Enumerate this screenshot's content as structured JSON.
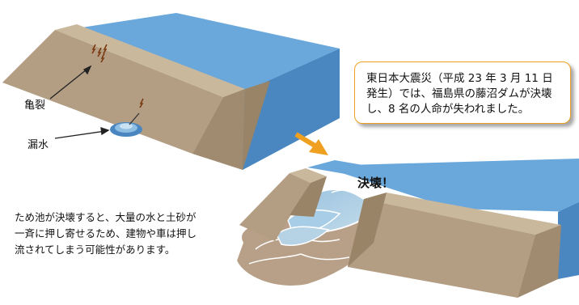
{
  "callout": {
    "lines": [
      "東日本大震災（平成 23 年 3 月 11 日",
      "発生）では、福島県の藤沼ダムが決壊",
      "し、8 名の人命が失われました。"
    ]
  },
  "labels": {
    "crack": "亀裂",
    "leak": "漏水",
    "break": "決壊！"
  },
  "note": {
    "lines": [
      "ため池が決壊すると、大量の水と土砂が",
      "一斉に押し寄せるため、建物や車は押し",
      "流されてしまう可能性があります。"
    ]
  },
  "colors": {
    "water": "#6aa8dc",
    "water_side": "#4a86c0",
    "dam_top": "#d8cbb2",
    "dam_face": "#b39e84",
    "dam_dark": "#a08a70",
    "arrow": "#f0a020",
    "mud": "#b8a088"
  }
}
